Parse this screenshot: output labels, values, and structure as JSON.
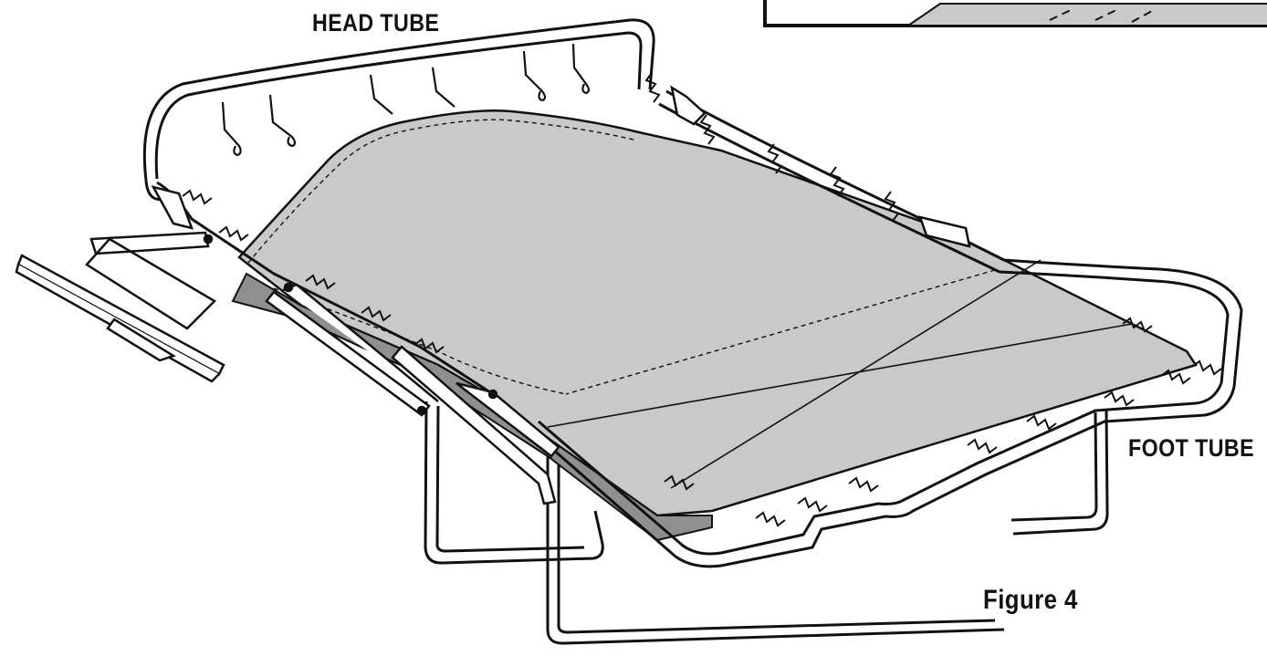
{
  "labels": {
    "head_tube": "HEAD TUBE",
    "foot_tube": "FOOT TUBE",
    "figure": "Figure 4"
  },
  "colors": {
    "ink": "#111111",
    "fabric": "#c9c9c9",
    "fabric_dark": "#8f8f8f",
    "paper": "#ffffff"
  },
  "icons": {
    "inset": "detail-inset-icon",
    "frame": "sofa-bed-frame-icon"
  }
}
